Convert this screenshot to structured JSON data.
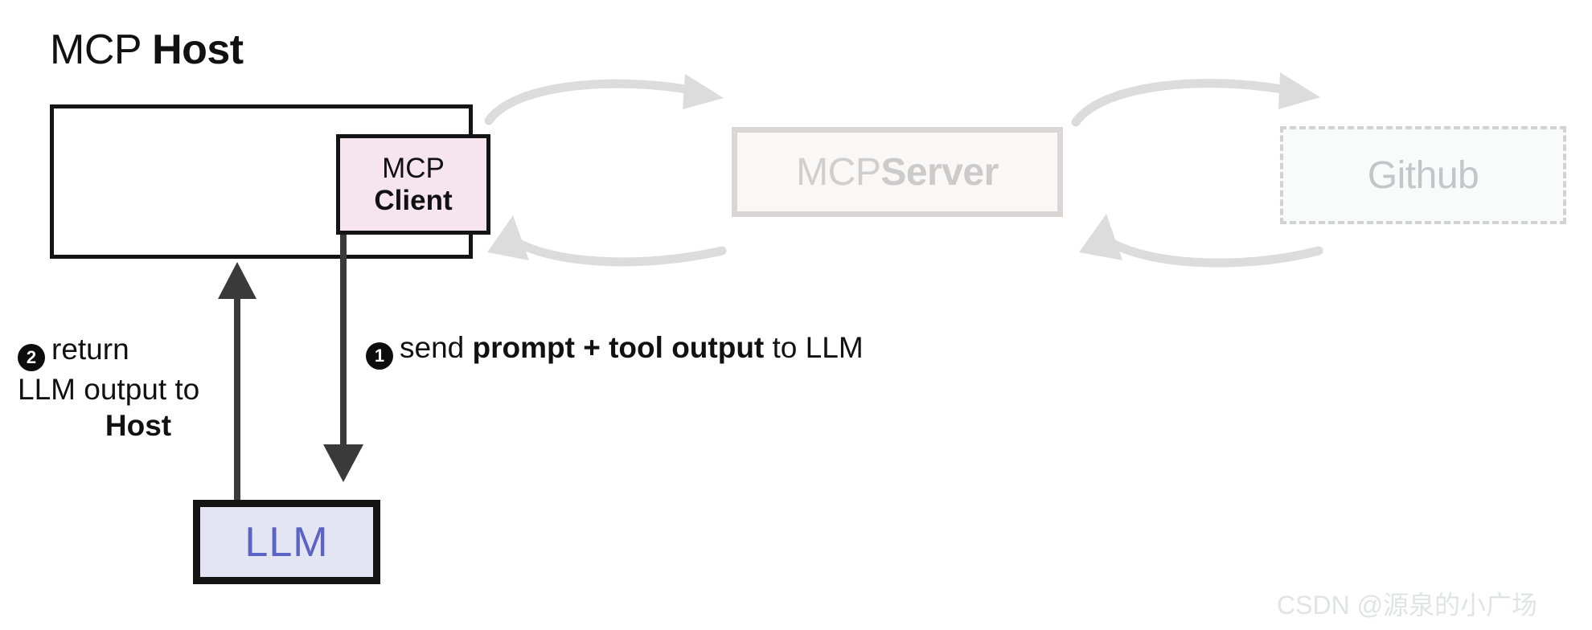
{
  "diagram": {
    "title": "MCP Host architecture flow",
    "host": {
      "title_light": "MCP ",
      "title_bold": "Host"
    },
    "client": {
      "line1": "MCP",
      "line2": "Client"
    },
    "server": {
      "label_light": "MCP ",
      "label_bold": "Server"
    },
    "github": {
      "label": "Github"
    },
    "llm": {
      "label": "LLM"
    },
    "steps": [
      {
        "number": "1",
        "text_parts": {
          "p1": "send ",
          "p2": "prompt + tool output",
          "p3": " to LLM"
        },
        "full_text": "send prompt + tool output to LLM"
      },
      {
        "number": "2",
        "text_parts": {
          "p1": "return",
          "p2": "LLM output to",
          "p3": "Host"
        },
        "full_text": "return LLM output to Host"
      }
    ],
    "colors": {
      "client_fill": "#f6e4ee",
      "llm_fill": "#e3e6f2",
      "llm_text": "#5b63c4",
      "server_fill": "#faf7f7",
      "server_border": "#dad6d6",
      "server_text": "#cfcfcf",
      "github_fill": "#f9fafa",
      "github_border": "#d2d2d2",
      "github_text": "#c3c5c6",
      "arrow_dark": "#3a3a3a",
      "arrow_light": "#dcdcdc",
      "stroke_black": "#141414"
    }
  },
  "watermark": {
    "text": "CSDN @源泉的小广场"
  }
}
